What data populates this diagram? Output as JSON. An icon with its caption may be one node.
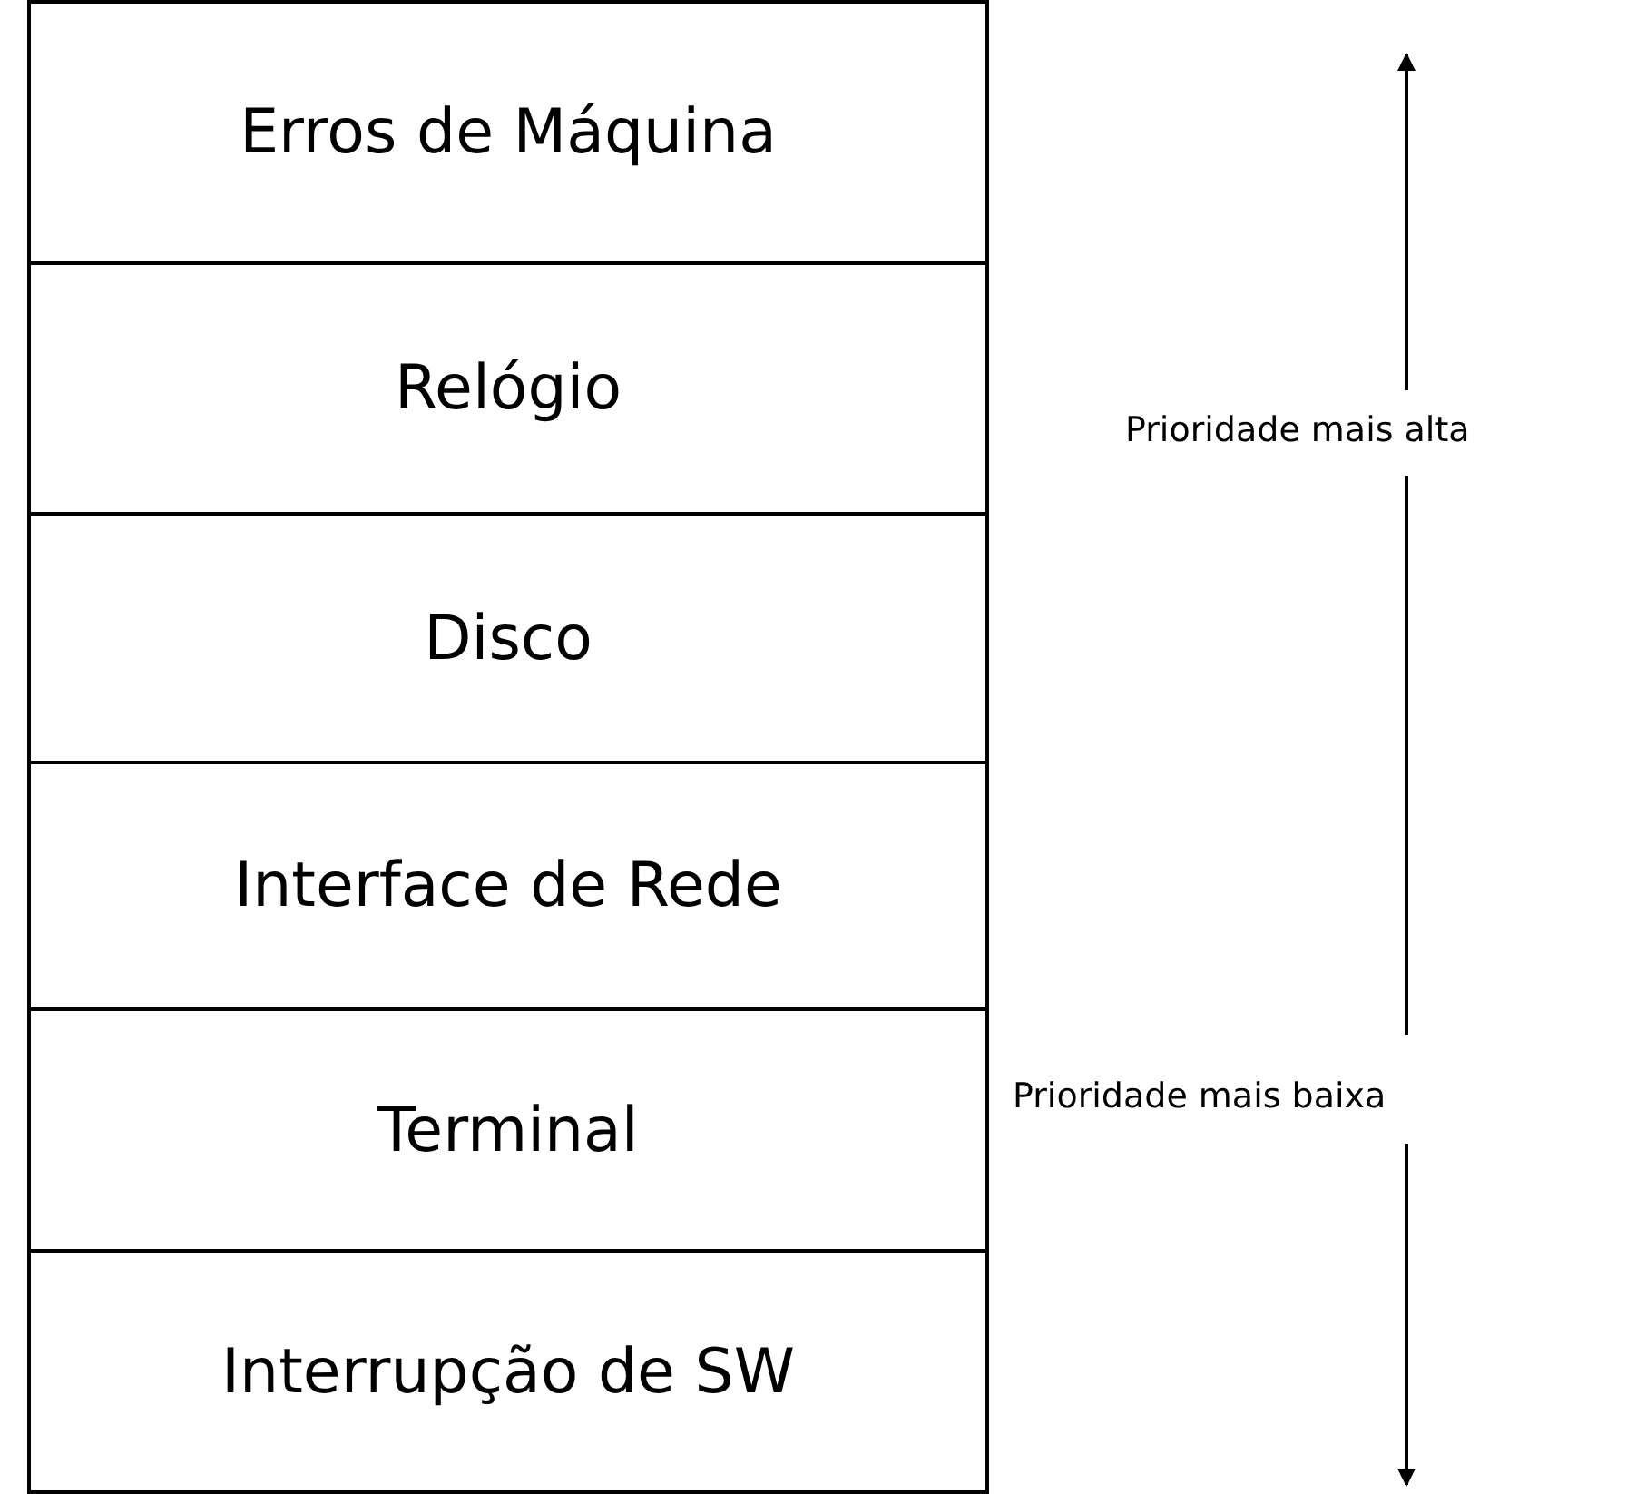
{
  "diagram": {
    "nodes": [
      {
        "text": [
          "Erros de Máquina"
        ]
      },
      {
        "text": [
          "Relógio"
        ]
      },
      {
        "text": [
          "Disco"
        ]
      },
      {
        "text": [
          "Interface de Rede"
        ]
      },
      {
        "text": [
          "Terminal"
        ]
      },
      {
        "text": [
          "Interrupção de SW"
        ]
      }
    ],
    "labels": [
      "Prioridade mais alta",
      "Prioridade mais baixa"
    ]
  }
}
